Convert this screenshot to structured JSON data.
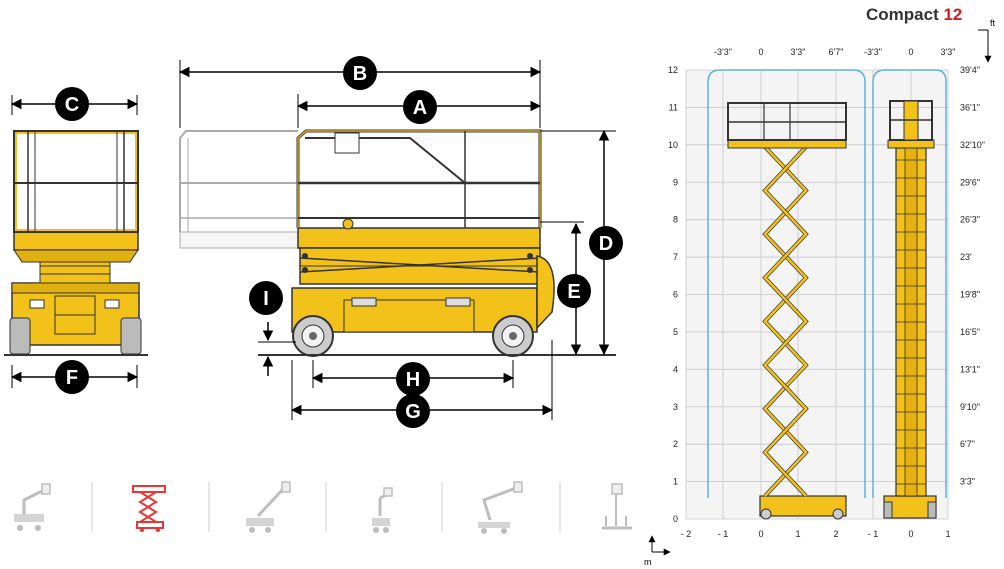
{
  "header": {
    "model": "Compact",
    "model_number": "12"
  },
  "units": {
    "ft_label": "ft",
    "m_label": "m"
  },
  "dimension_letters": [
    "A",
    "B",
    "C",
    "D",
    "E",
    "F",
    "G",
    "H",
    "I"
  ],
  "chart_data": {
    "type": "working-range",
    "y_left": {
      "unit": "m",
      "ticks": [
        "0",
        "1",
        "2",
        "3",
        "4",
        "5",
        "6",
        "7",
        "8",
        "9",
        "10",
        "11",
        "12"
      ],
      "range": [
        0,
        12
      ]
    },
    "y_right": {
      "unit": "ft",
      "ticks": [
        "3'3\"",
        "6'7\"",
        "9'10\"",
        "13'1\"",
        "16'5\"",
        "19'8\"",
        "23'",
        "26'3\"",
        "29'6\"",
        "32'10\"",
        "36'1\"",
        "39'4\""
      ]
    },
    "x_bottom": {
      "unit": "m",
      "ticks": [
        "- 2",
        "- 1",
        "0",
        "1",
        "2",
        "- 1",
        "0",
        "1"
      ]
    },
    "x_top": {
      "unit": "ft",
      "ticks": [
        "-3'3\"",
        "0",
        "3'3\"",
        "6'7\"",
        "-3'3\"",
        "0",
        "3'3\""
      ]
    },
    "platform_height_m": 10.0,
    "working_height_m": 12.0
  },
  "product_icons": [
    {
      "name": "articulating-boom",
      "selected": false
    },
    {
      "name": "scissor-lift",
      "selected": true
    },
    {
      "name": "telescopic-boom",
      "selected": false
    },
    {
      "name": "vertical-mast",
      "selected": false
    },
    {
      "name": "trailer-boom",
      "selected": false
    },
    {
      "name": "personnel-lift",
      "selected": false
    }
  ],
  "colors": {
    "machine": "#f2c21b",
    "outline": "#333333",
    "selected_icon": "#e53935",
    "icon_gray": "#bdbdbd",
    "envelope": "#5ab4dc",
    "title_number": "#d71920"
  }
}
